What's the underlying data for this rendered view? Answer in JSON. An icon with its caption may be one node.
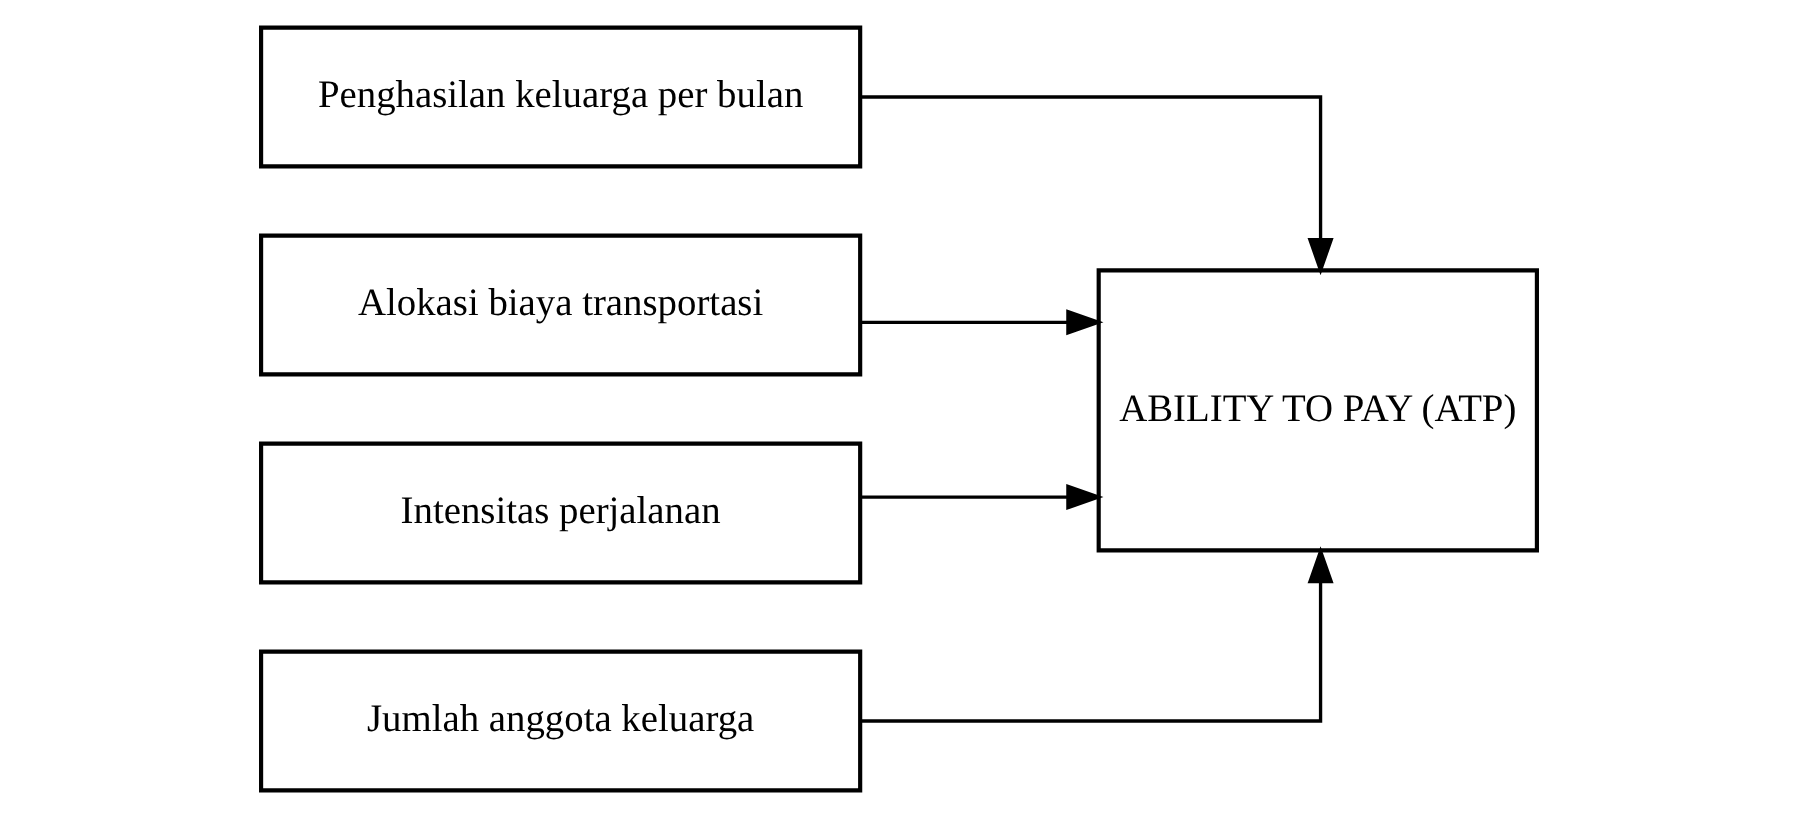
{
  "diagram": {
    "nodes": [
      {
        "text": [
          "Penghasilan keluarga per bulan"
        ]
      },
      {
        "text": [
          "Alokasi biaya transportasi"
        ]
      },
      {
        "text": [
          "Intensitas perjalanan"
        ]
      },
      {
        "text": [
          "Jumlah anggota keluarga"
        ]
      },
      {
        "text": [
          "ABILITY TO PAY (ATP)"
        ]
      }
    ],
    "edges": [
      {
        "from": 0,
        "to": 4,
        "arrow": "to"
      },
      {
        "from": 1,
        "to": 4,
        "arrow": "to"
      },
      {
        "from": 2,
        "to": 4,
        "arrow": "to"
      },
      {
        "from": 3,
        "to": 4,
        "arrow": "to"
      }
    ]
  }
}
